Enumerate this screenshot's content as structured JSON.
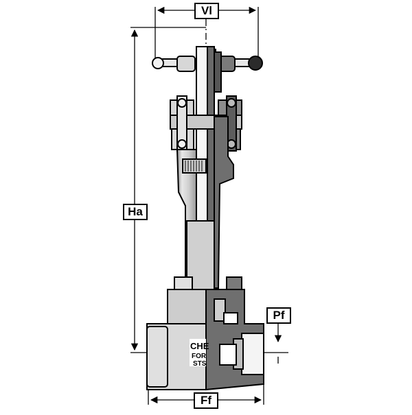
{
  "dimensions": {
    "handwheel_width": "Vl",
    "overall_height": "Ha",
    "port_offset": "Pf",
    "face_to_face": "Ff"
  },
  "body_marking": {
    "line1": "CHE",
    "line2": "FOR",
    "line3": "STS"
  },
  "colors": {
    "line": "#000000",
    "body_light": "#d9d9d9",
    "body_mid": "#bdbdbd",
    "section_dark": "#6f6f6f",
    "background": "#ffffff"
  }
}
